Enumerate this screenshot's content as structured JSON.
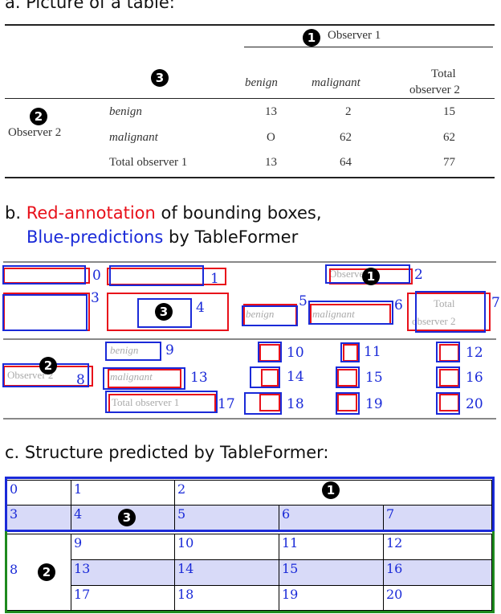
{
  "headings": {
    "a": "a. Picture of a table:",
    "b_prefix": "b. ",
    "b_red": "Red-annotation",
    "b_mid": " of bounding boxes,",
    "b_blue": "Blue-predictions",
    "b_suffix": " by TableFormer",
    "c": "c. Structure predicted by TableFormer:"
  },
  "badges": {
    "one": "1",
    "two": "2",
    "three": "3"
  },
  "table": {
    "observer1": "Observer 1",
    "observer2": "Observer 2",
    "col_benign": "benign",
    "col_malignant": "malignant",
    "col_total_line1": "Total",
    "col_total_line2": "observer 2",
    "row_benign": "benign",
    "row_malignant": "malignant",
    "row_total": "Total observer 1",
    "values": {
      "r1": [
        "13",
        "2",
        "15"
      ],
      "r2": [
        "O",
        "62",
        "62"
      ],
      "r3": [
        "13",
        "64",
        "77"
      ]
    }
  },
  "box_labels": [
    "0",
    "1",
    "2",
    "3",
    "4",
    "5",
    "6",
    "7",
    "8",
    "9",
    "10",
    "11",
    "12",
    "13",
    "14",
    "15",
    "16",
    "17",
    "18",
    "19",
    "20"
  ],
  "colors": {
    "red": "#e8101a",
    "blue": "#1a2ad8",
    "green": "#1e8a1e",
    "shade": "#d8daf8"
  }
}
